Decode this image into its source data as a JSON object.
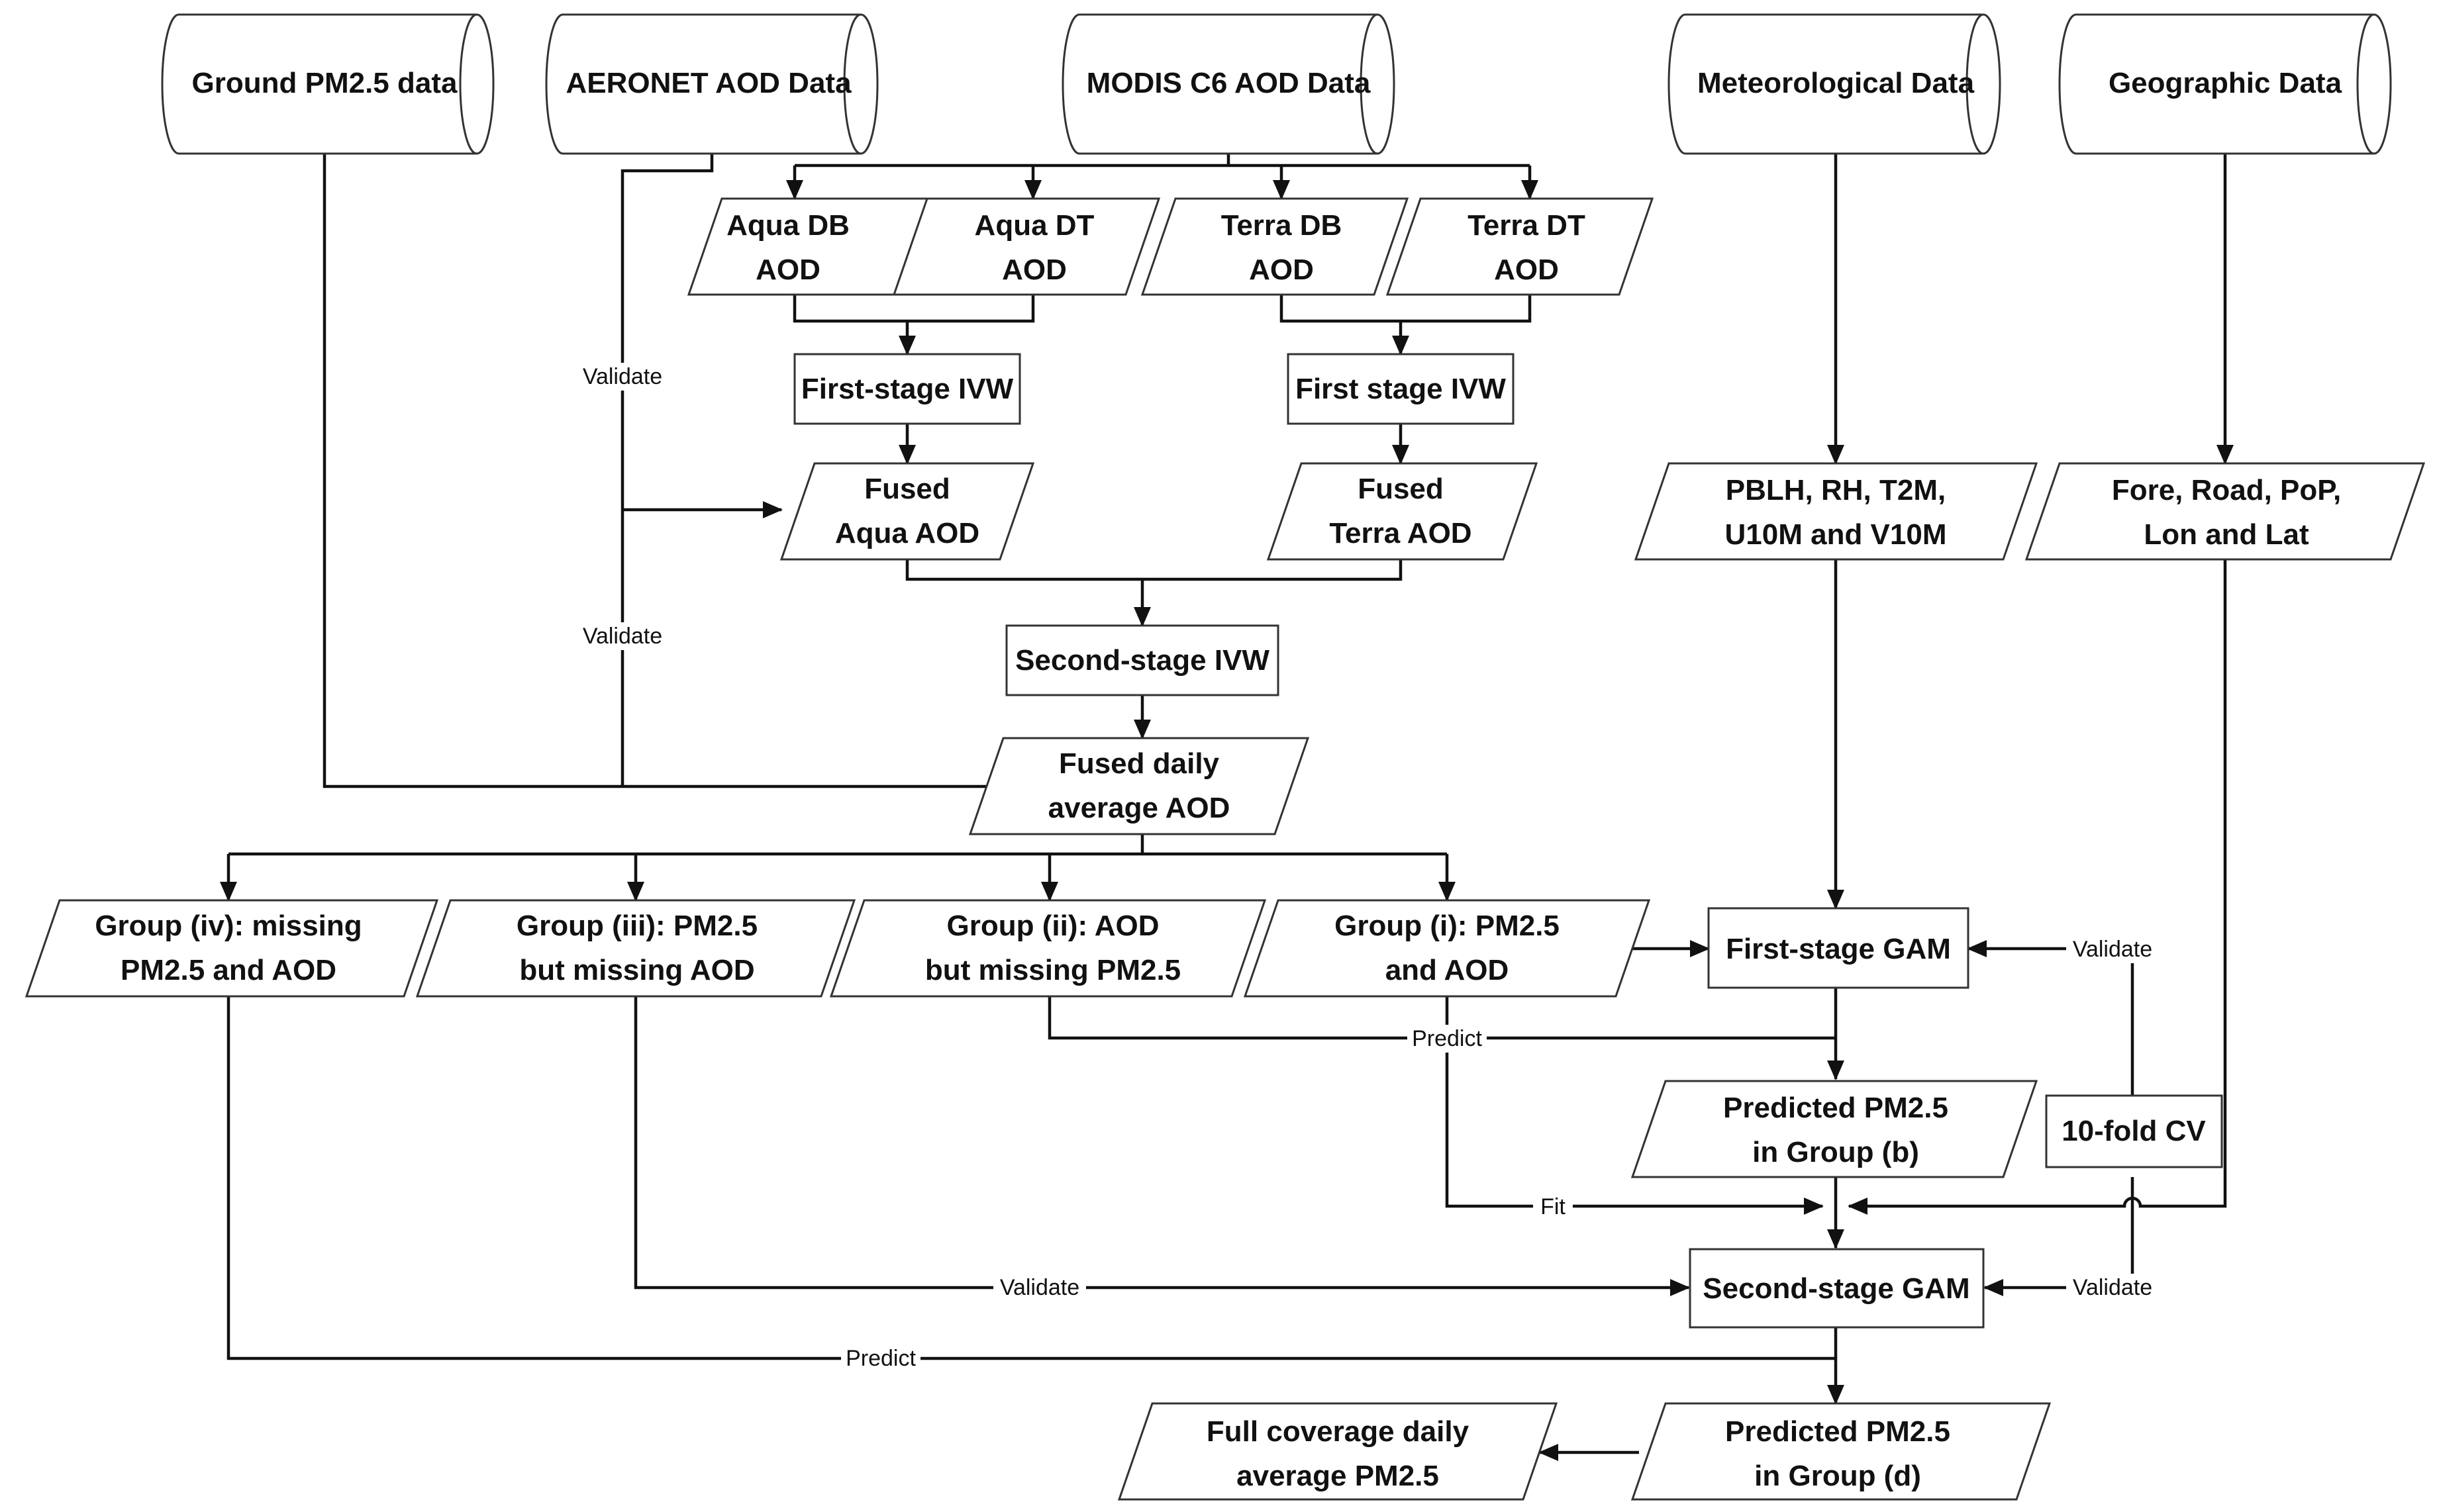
{
  "diagram": {
    "type": "flowchart",
    "nodes": [
      {
        "id": "ground",
        "shape": "cylinder",
        "lines": [
          "Ground PM2.5 data"
        ]
      },
      {
        "id": "aeronet",
        "shape": "cylinder",
        "lines": [
          "AERONET AOD Data"
        ]
      },
      {
        "id": "modis",
        "shape": "cylinder",
        "lines": [
          "MODIS C6 AOD Data"
        ]
      },
      {
        "id": "meteo",
        "shape": "cylinder",
        "lines": [
          "Meteorological Data"
        ]
      },
      {
        "id": "geo",
        "shape": "cylinder",
        "lines": [
          "Geographic Data"
        ]
      },
      {
        "id": "aquadb",
        "shape": "parallelogram",
        "lines": [
          "Aqua DB",
          "AOD"
        ]
      },
      {
        "id": "aquadt",
        "shape": "parallelogram",
        "lines": [
          "Aqua DT",
          "AOD"
        ]
      },
      {
        "id": "terradb",
        "shape": "parallelogram",
        "lines": [
          "Terra DB",
          "AOD"
        ]
      },
      {
        "id": "terradt",
        "shape": "parallelogram",
        "lines": [
          "Terra DT",
          "AOD"
        ]
      },
      {
        "id": "ivw1a",
        "shape": "rect",
        "lines": [
          "First-stage IVW"
        ]
      },
      {
        "id": "ivw1t",
        "shape": "rect",
        "lines": [
          "First stage IVW"
        ]
      },
      {
        "id": "fusedaqua",
        "shape": "parallelogram",
        "lines": [
          "Fused",
          "Aqua AOD"
        ]
      },
      {
        "id": "fusedterra",
        "shape": "parallelogram",
        "lines": [
          "Fused",
          "Terra AOD"
        ]
      },
      {
        "id": "ivw2",
        "shape": "rect",
        "lines": [
          "Second-stage IVW"
        ]
      },
      {
        "id": "fuseddaily",
        "shape": "parallelogram",
        "lines": [
          "Fused daily",
          "average AOD"
        ]
      },
      {
        "id": "meteovars",
        "shape": "parallelogram",
        "lines": [
          "PBLH, RH, T2M,",
          "U10M and V10M"
        ]
      },
      {
        "id": "geovars",
        "shape": "parallelogram",
        "lines": [
          "Fore, Road, PoP,",
          "Lon and Lat"
        ]
      },
      {
        "id": "g4",
        "shape": "parallelogram",
        "lines": [
          "Group (iv): missing",
          "PM2.5 and AOD"
        ]
      },
      {
        "id": "g3",
        "shape": "parallelogram",
        "lines": [
          "Group (iii): PM2.5",
          "but missing AOD"
        ]
      },
      {
        "id": "g2",
        "shape": "parallelogram",
        "lines": [
          "Group (ii): AOD",
          "but missing PM2.5"
        ]
      },
      {
        "id": "g1",
        "shape": "parallelogram",
        "lines": [
          "Group (i): PM2.5",
          "and AOD"
        ]
      },
      {
        "id": "gam1",
        "shape": "rect",
        "lines": [
          "First-stage GAM"
        ]
      },
      {
        "id": "predb",
        "shape": "parallelogram",
        "lines": [
          "Predicted PM2.5",
          "in Group (b)"
        ]
      },
      {
        "id": "cv",
        "shape": "rect",
        "lines": [
          "10-fold CV"
        ]
      },
      {
        "id": "gam2",
        "shape": "rect",
        "lines": [
          "Second-stage GAM"
        ]
      },
      {
        "id": "predd",
        "shape": "parallelogram",
        "lines": [
          "Predicted PM2.5",
          "in Group (d)"
        ]
      },
      {
        "id": "full",
        "shape": "parallelogram",
        "lines": [
          "Full coverage daily",
          "average PM2.5"
        ]
      }
    ],
    "edge_labels": [
      {
        "id": "validate1",
        "text": "Validate"
      },
      {
        "id": "validate2",
        "text": "Validate"
      },
      {
        "id": "validate3",
        "text": "Validate"
      },
      {
        "id": "validate4",
        "text": "Validate"
      },
      {
        "id": "validate5",
        "text": "Validate"
      },
      {
        "id": "predict1",
        "text": "Predict"
      },
      {
        "id": "predict2",
        "text": "Predict"
      },
      {
        "id": "fit",
        "text": "Fit"
      }
    ]
  }
}
